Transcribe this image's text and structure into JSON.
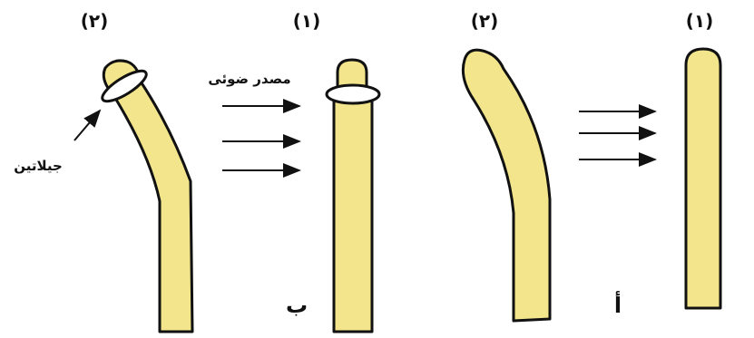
{
  "colors": {
    "coleoptile_fill": "#f2e58c",
    "outline": "#111111",
    "collar_fill": "#ffffff"
  },
  "labels": {
    "left_item_2": "(۲)",
    "left_item_1": "(۱)",
    "right_item_2": "(۲)",
    "right_item_1": "(۱)",
    "light_source": "مصدر ضوئی",
    "gelatin": "جیلاتین",
    "panel_b": "ب",
    "panel_a": "أ"
  }
}
